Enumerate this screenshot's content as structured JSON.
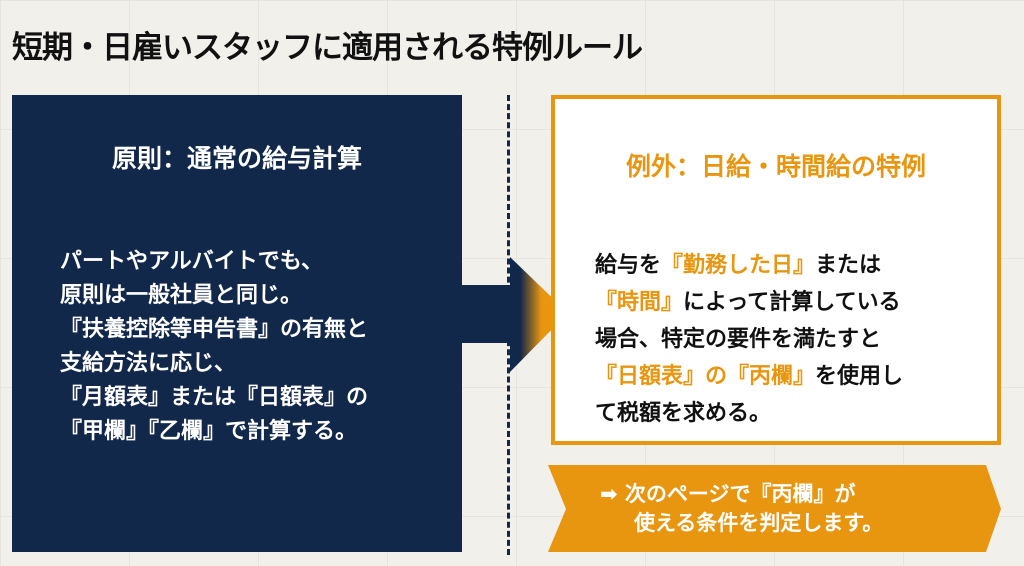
{
  "title": "短期・日雇いスタッフに適用される特例ルール",
  "left": {
    "heading": "原則：通常の給与計算",
    "lines": [
      "パートやアルバイトでも、",
      "原則は一般社員と同じ。",
      "『扶養控除等申告書』の有無と",
      "支給方法に応じ、",
      "『月額表』または『日額表』の",
      "『甲欄』『乙欄』で計算する。"
    ]
  },
  "right": {
    "heading": "例外：日給・時間給の特例",
    "lines": [
      [
        {
          "t": "給与を",
          "hl": false
        },
        {
          "t": "『勤務した日』",
          "hl": true
        },
        {
          "t": "または",
          "hl": false
        }
      ],
      [
        {
          "t": "『時間』",
          "hl": true
        },
        {
          "t": "によって計算している",
          "hl": false
        }
      ],
      [
        {
          "t": "場合、特定の要件を満たすと",
          "hl": false
        }
      ],
      [
        {
          "t": "『日額表』の『丙欄』",
          "hl": true
        },
        {
          "t": "を使用し",
          "hl": false
        }
      ],
      [
        {
          "t": "て税額を求める。",
          "hl": false
        }
      ]
    ]
  },
  "note": {
    "arrow": "➡",
    "line1": "次のページで『丙欄』が",
    "line2": "使える条件を判定します。"
  },
  "colors": {
    "navy": "#12284a",
    "orange": "#e8960f"
  }
}
